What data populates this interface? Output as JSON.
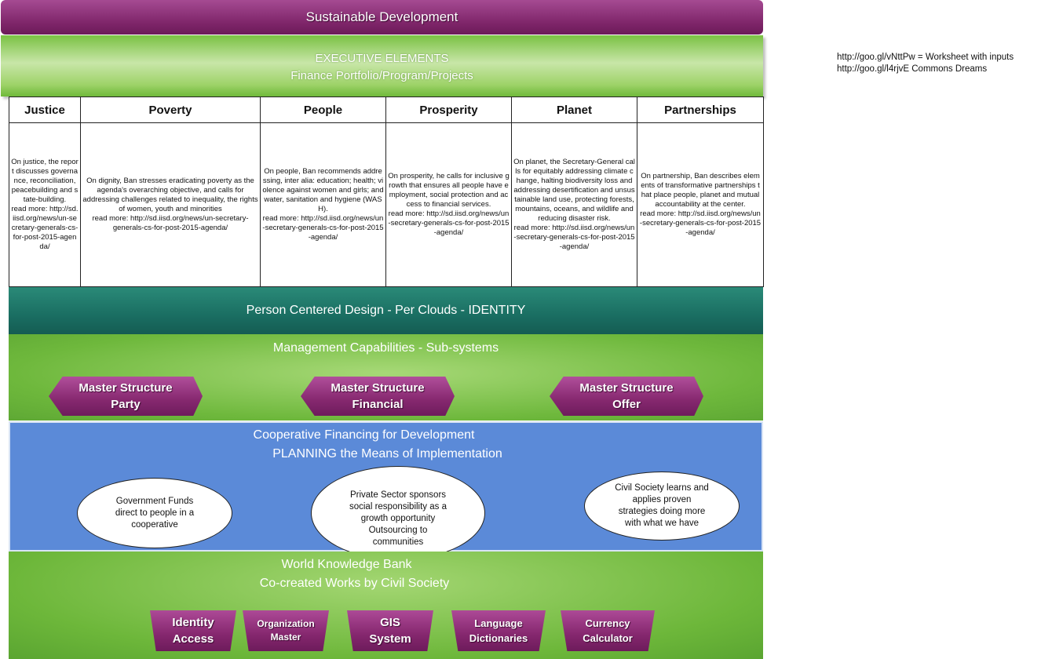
{
  "header": {
    "title": "Sustainable Development",
    "exec_line1": "EXECUTIVE ELEMENTS",
    "exec_line2": "Finance Portfolio/Program/Projects"
  },
  "pillars": [
    {
      "name": "Justice",
      "text": "On justice, the report discusses governance, reconciliation, peacebuilding and state-building.\nread more: http://sd.iisd.org/news/un-secretary-generals-cs-for-post-2015-agenda/"
    },
    {
      "name": "Poverty",
      "text": "On dignity, Ban stresses eradicating poverty as the agenda's overarching objective, and calls for addressing challenges related to inequality, the rights of women, youth and minorities\nread more: http://sd.iisd.org/news/un-secretary-generals-cs-for-post-2015-agenda/"
    },
    {
      "name": "People",
      "text": "On people, Ban recommends addressing, inter alia: education; health; violence against women and girls; and water, sanitation and hygiene (WASH).\nread more: http://sd.iisd.org/news/un-secretary-generals-cs-for-post-2015-agenda/"
    },
    {
      "name": "Prosperity",
      "text": "On prosperity, he calls for inclusive growth that ensures all people have employment, social protection and access to financial services.\nread more: http://sd.iisd.org/news/un-secretary-generals-cs-for-post-2015-agenda/"
    },
    {
      "name": "Planet",
      "text": "On planet, the Secretary-General calls for equitably addressing climate change, halting biodiversity loss and addressing desertification and unsustainable land use, protecting forests, mountains, oceans, and wildlife and reducing disaster risk.\nread more: http://sd.iisd.org/news/un-secretary-generals-cs-for-post-2015-agenda/"
    },
    {
      "name": "Partnerships",
      "text": "On partnership, Ban describes elements of transformative partnerships that place people, planet and mutual accountability at the center.\nread more: http://sd.iisd.org/news/un-secretary-generals-cs-for-post-2015-agenda/"
    }
  ],
  "identity_band": "Person Centered Design - Per Clouds - IDENTITY",
  "management": {
    "title": "Management Capabilities - Sub-systems",
    "structures": [
      {
        "line1": "Master Structure",
        "line2": "Party"
      },
      {
        "line1": "Master Structure",
        "line2": "Financial"
      },
      {
        "line1": "Master Structure",
        "line2": "Offer"
      }
    ]
  },
  "cooperative": {
    "line1": "Cooperative Financing for Development",
    "line2": "PLANNING the Means of Implementation",
    "bubbles": [
      "Government Funds\ndirect to people in a\ncooperative",
      "Private Sector sponsors\nsocial responsibility as a\ngrowth opportunity\nOutsourcing to\ncommunities",
      "Civil Society learns and\napplies proven\nstrategies doing more\nwith what we have"
    ]
  },
  "knowledge_bank": {
    "line1": "World Knowledge Bank",
    "line2": "Co-created Works by Civil Society",
    "systems": [
      {
        "line1": "Identity",
        "line2": "Access"
      },
      {
        "line1": "Organization",
        "line2": "Master"
      },
      {
        "line1": "GIS",
        "line2": "System"
      },
      {
        "line1": "Language",
        "line2": "Dictionaries"
      },
      {
        "line1": "Currency",
        "line2": "Calculator"
      }
    ]
  },
  "notes": [
    "http://goo.gl/vNttPw = Worksheet with inputs",
    "http://goo.gl/l4rjvE Commons Dreams"
  ],
  "colors": {
    "purple": "#86286f",
    "green": "#6eb83c",
    "teal": "#1a6e62",
    "blue": "#5b8ad8"
  }
}
